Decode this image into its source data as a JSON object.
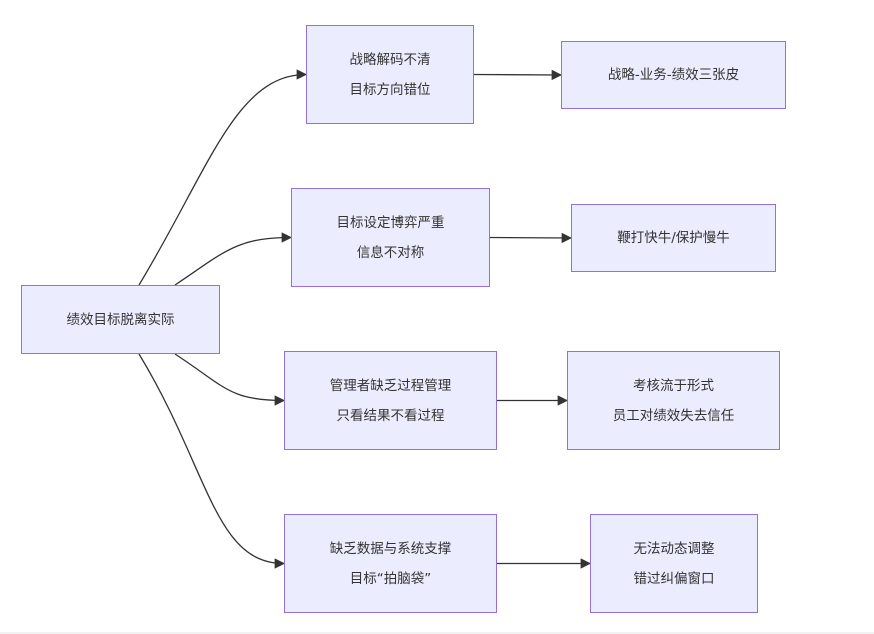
{
  "colors": {
    "node_fill": "#ececff",
    "node_border": "#9370db",
    "edge": "#333333",
    "text": "#333333"
  },
  "diagram": {
    "type": "flowchart",
    "direction": "left-to-right",
    "root": {
      "id": "root",
      "lines": [
        "绩效目标脱离实际"
      ]
    },
    "causes": [
      {
        "id": "c1",
        "lines": [
          "战略解码不清",
          "目标方向错位"
        ]
      },
      {
        "id": "c2",
        "lines": [
          "目标设定博弈严重",
          "信息不对称"
        ]
      },
      {
        "id": "c3",
        "lines": [
          "管理者缺乏过程管理",
          "只看结果不看过程"
        ]
      },
      {
        "id": "c4",
        "lines": [
          "缺乏数据与系统支撑",
          "目标“拍脑袋”"
        ]
      }
    ],
    "effects": [
      {
        "id": "e1",
        "lines": [
          "战略-业务-绩效三张皮"
        ]
      },
      {
        "id": "e2",
        "lines": [
          "鞭打快牛/保护慢牛"
        ]
      },
      {
        "id": "e3",
        "lines": [
          "考核流于形式",
          "员工对绩效失去信任"
        ]
      },
      {
        "id": "e4",
        "lines": [
          "无法动态调整",
          "错过纠偏窗口"
        ]
      }
    ],
    "edges": [
      {
        "from": "root",
        "to": "c1"
      },
      {
        "from": "root",
        "to": "c2"
      },
      {
        "from": "root",
        "to": "c3"
      },
      {
        "from": "root",
        "to": "c4"
      },
      {
        "from": "c1",
        "to": "e1"
      },
      {
        "from": "c2",
        "to": "e2"
      },
      {
        "from": "c3",
        "to": "e3"
      },
      {
        "from": "c4",
        "to": "e4"
      }
    ]
  }
}
